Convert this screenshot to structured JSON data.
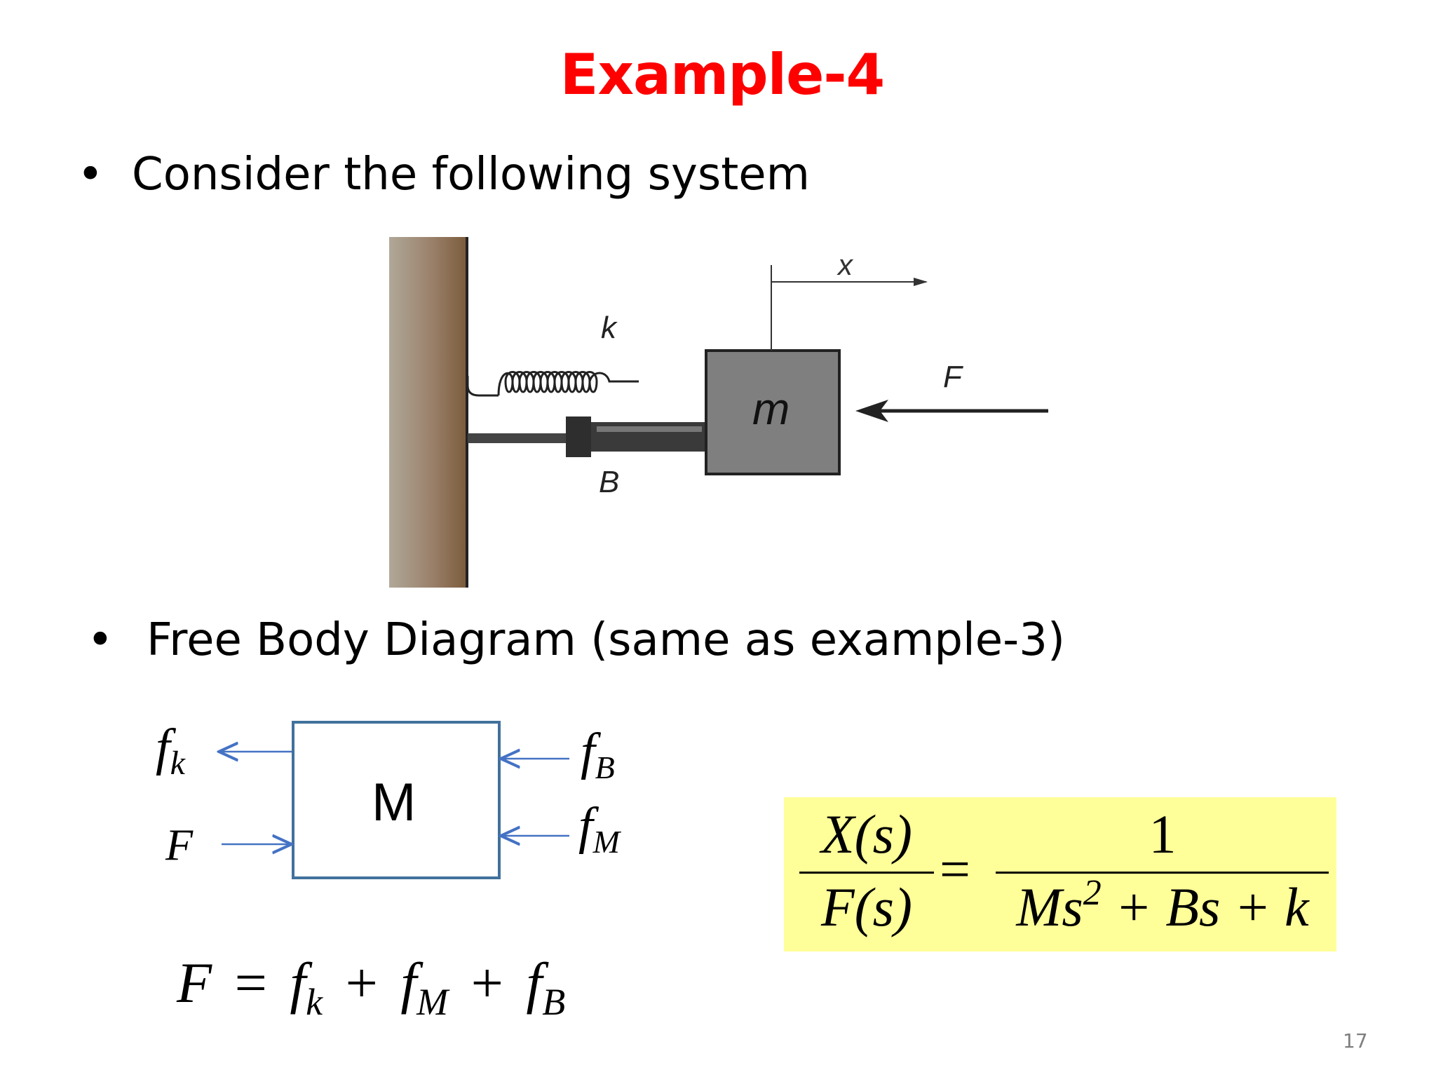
{
  "slide": {
    "title": "Example-4",
    "bullets": [
      {
        "marker": "•",
        "text": "Consider the following system"
      },
      {
        "marker": "•",
        "text": "Free Body Diagram (same as example-3)"
      }
    ],
    "page_number": "17"
  },
  "mechanical": {
    "mass_label": "m",
    "spring_label": "k",
    "damper_label": "B",
    "displacement_label": "x",
    "force_label": "F"
  },
  "fbd": {
    "block_label": "M",
    "forces": {
      "fk": {
        "main": "f",
        "sub": "k"
      },
      "F": {
        "main": "F"
      },
      "fB": {
        "main": "f",
        "sub": "B"
      },
      "fM": {
        "main": "f",
        "sub": "M"
      }
    }
  },
  "equations": {
    "force_sum": {
      "lhs": "F",
      "eq": "=",
      "terms": [
        {
          "main": "f",
          "sub": "k"
        },
        {
          "main": "f",
          "sub": "M"
        },
        {
          "main": "f",
          "sub": "B"
        }
      ],
      "plus": "+"
    },
    "transfer_function": {
      "num_left": "X(s)",
      "den_left": "F(s)",
      "eq": "=",
      "num_right": "1",
      "den_right_a": "Ms",
      "den_right_sup": "2",
      "den_right_b": " + Bs + k"
    }
  },
  "colors": {
    "title": "#ff0000",
    "fbd_box": "#41719c",
    "fbd_arrows": "#4472c4",
    "highlight": "#ffff99",
    "mass_fill": "#7f7f7f",
    "wall_dark": "#7a5a3a",
    "wall_light": "#b0a898"
  }
}
